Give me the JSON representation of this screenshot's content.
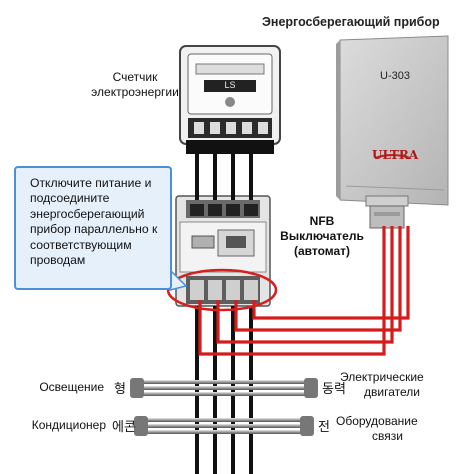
{
  "labels": {
    "device_title": "Энергосберегающий прибор",
    "meter_line1": "Счетчик",
    "meter_line2": "электроэнергии",
    "nfb_line1": "NFB",
    "nfb_line2": "Выключатель",
    "nfb_line3": "(автомат)",
    "lighting": "Освещение",
    "conditioner": "Кондиционер",
    "motors_line1": "Электрические",
    "motors_line2": "двигатели",
    "equipment_line1": "Оборудование",
    "equipment_line2": "связи"
  },
  "note": {
    "text": "Отключите питание и подсоедините энергосберегающий прибор параллельно к соответствующим проводам"
  },
  "device": {
    "model": "U-303",
    "brand": "ULTRA"
  },
  "meter": {
    "display": "LS"
  },
  "korean_marks": {
    "lighting": "형",
    "motors": "동력",
    "conditioner": "에콘",
    "equipment": "전"
  },
  "colors": {
    "wire_black": "#111111",
    "wire_red": "#d41c1c",
    "highlight": "#d62020",
    "note_border": "#4a90d9",
    "note_fill": "#e6f0fb"
  },
  "icons": [
    "electric-meter-icon",
    "circuit-breaker-icon",
    "energy-saver-device-icon"
  ]
}
